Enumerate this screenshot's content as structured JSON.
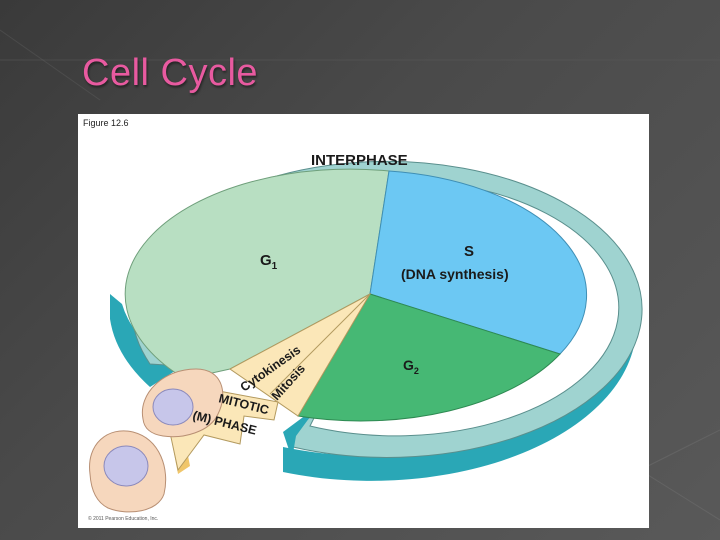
{
  "slide": {
    "title": "Cell Cycle"
  },
  "figure": {
    "label": "Figure 12.6",
    "copyright": "© 2011 Pearson Education, Inc.",
    "interphase_label": "INTERPHASE",
    "g1_label": "G",
    "g1_sub": "1",
    "s_label": "S",
    "s_detail": "(DNA synthesis)",
    "g2_label": "G",
    "g2_sub": "2",
    "cytokinesis_label": "Cytokinesis",
    "mitosis_label": "Mitosis",
    "mitotic_line1": "MITOTIC",
    "mitotic_line2": "(M) PHASE"
  },
  "colors": {
    "title": "#e85aa0",
    "ring_top": "#9fd3d0",
    "ring_side": "#2aa7b6",
    "g1": "#b8dfc2",
    "s": "#6cc8f3",
    "g2": "#46b874",
    "mitotic": "#fbe7b8",
    "cell_cytoplasm": "#f6d7bd",
    "cell_nucleus": "#c7c6ea"
  }
}
